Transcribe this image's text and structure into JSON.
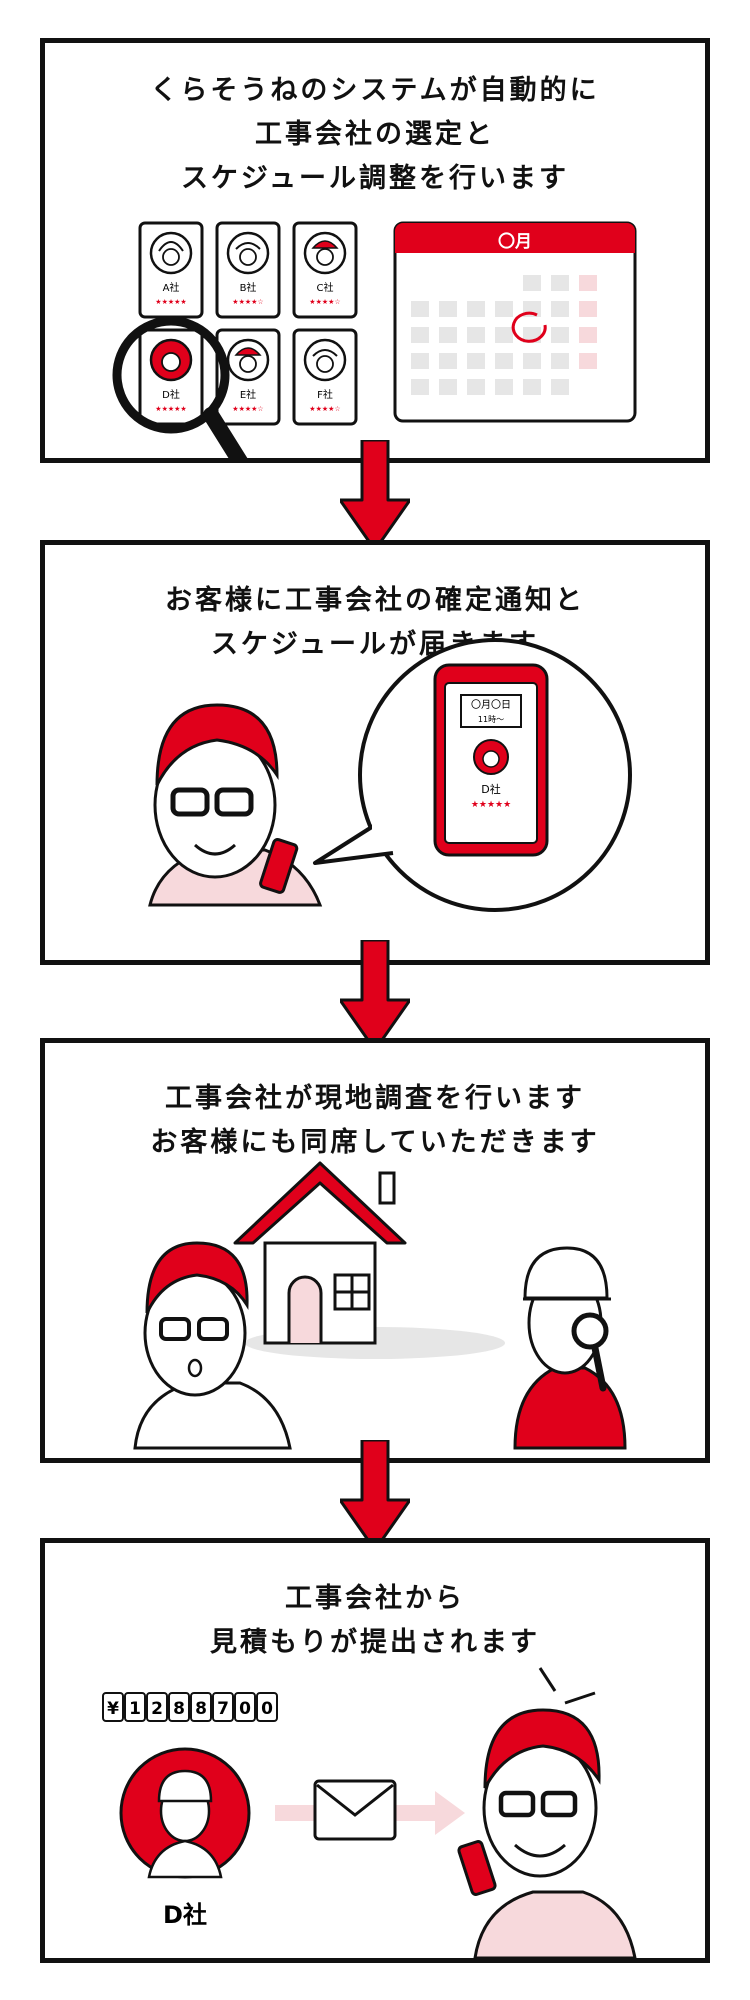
{
  "steps": [
    {
      "lines": [
        "くらそうねのシステムが自動的に",
        "工事会社の選定と",
        "スケジュール調整を行います"
      ]
    },
    {
      "lines": [
        "お客様に工事会社の確定通知と",
        "スケジュールが届きます"
      ]
    },
    {
      "lines": [
        "工事会社が現地調査を行います",
        "お客様にも同席していただきます"
      ]
    },
    {
      "lines": [
        "工事会社から",
        "見積もりが提出されます"
      ]
    }
  ],
  "companies": [
    {
      "label": "A社",
      "stars": "★★★★★"
    },
    {
      "label": "B社",
      "stars": "★★★★☆"
    },
    {
      "label": "C社",
      "stars": "★★★★☆"
    },
    {
      "label": "D社",
      "stars": "★★★★★"
    },
    {
      "label": "E社",
      "stars": "★★★★☆"
    },
    {
      "label": "F社",
      "stars": "★★★★☆"
    }
  ],
  "calendar": {
    "month_label": "〇月"
  },
  "phone_notice": {
    "date": "〇月〇日",
    "time": "11時〜",
    "company": "D社",
    "stars": "★★★★★"
  },
  "estimate": {
    "digits": [
      "¥",
      "1",
      "2",
      "8",
      "8",
      "7",
      "0",
      "0"
    ],
    "company": "D社"
  },
  "colors": {
    "accent": "#e0001b",
    "pink": "#f7d9dc",
    "ink": "#111111",
    "gray": "#e6e6e6"
  }
}
